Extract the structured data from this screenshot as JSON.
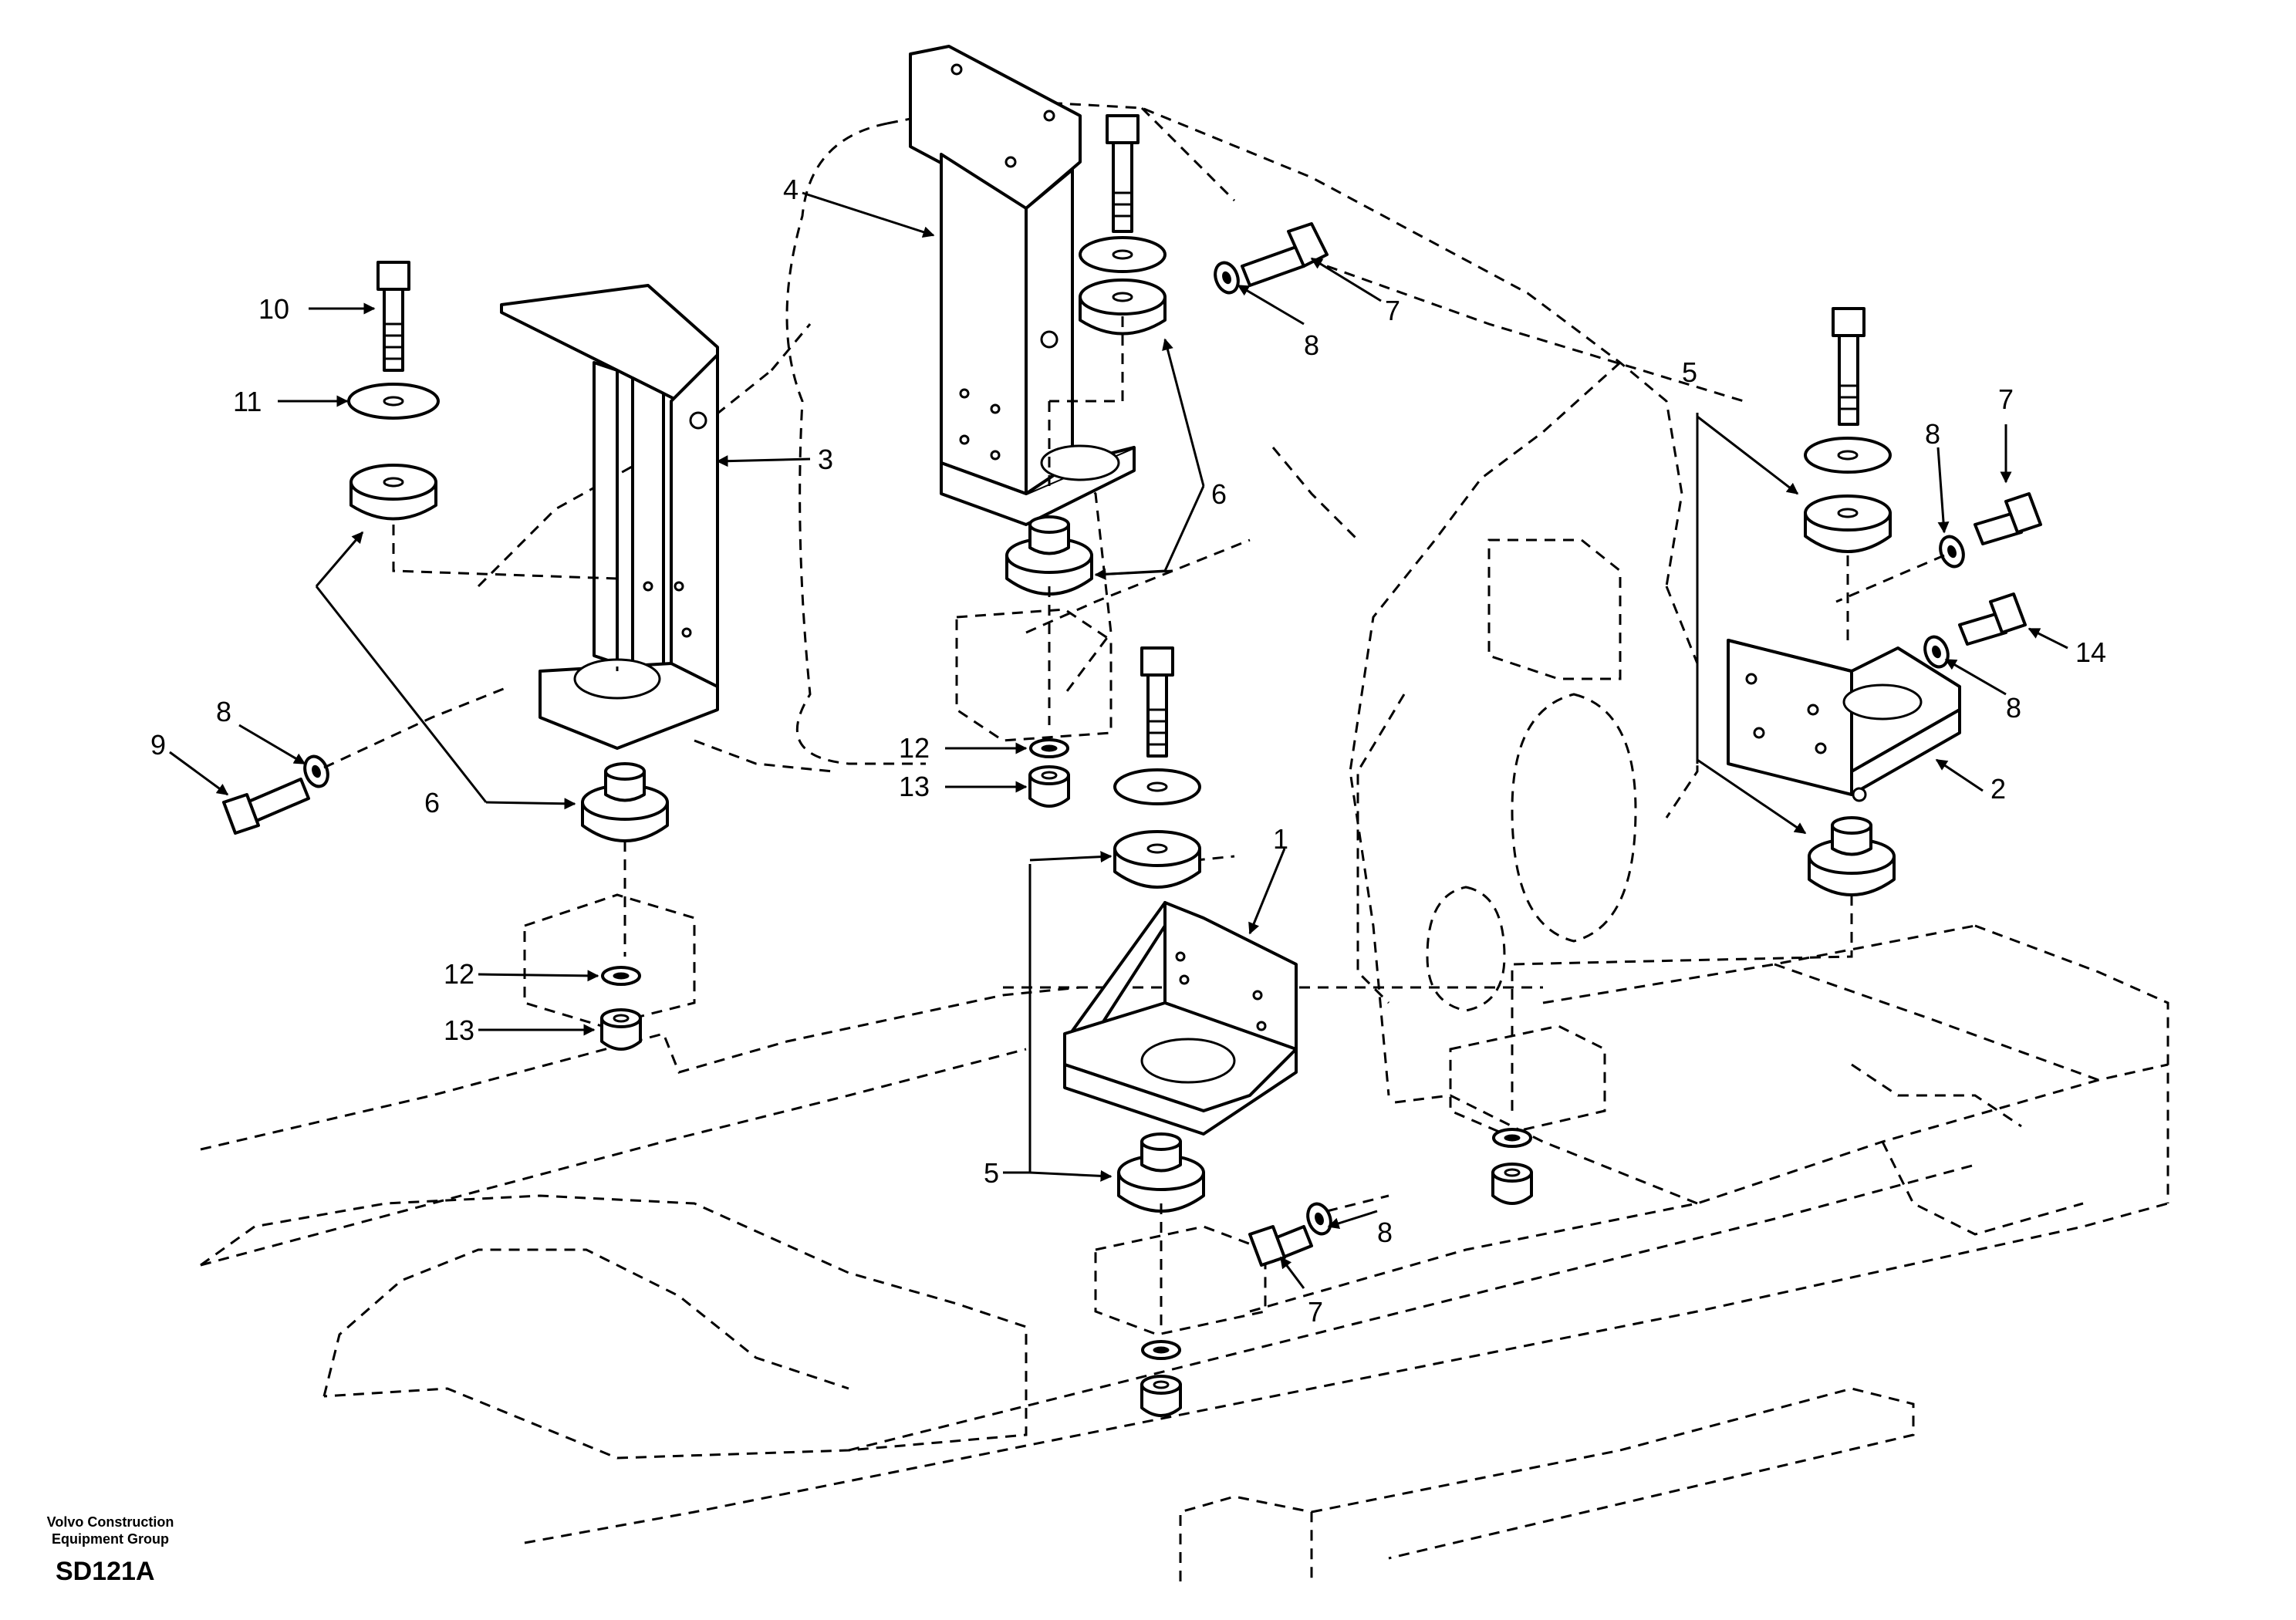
{
  "footer": {
    "company_line1": "Volvo Construction",
    "company_line2": "Equipment Group",
    "drawing_code": "SD121A"
  },
  "callouts": {
    "c1": "1",
    "c2": "2",
    "c3": "3",
    "c4": "4",
    "c5a": "5",
    "c5b": "5",
    "c6a": "6",
    "c6b": "6",
    "c7a": "7",
    "c7b": "7",
    "c7c": "7",
    "c8a": "8",
    "c8b": "8",
    "c8c": "8",
    "c8d": "8",
    "c8e": "8",
    "c9": "9",
    "c10": "10",
    "c11": "11",
    "c12a": "12",
    "c12b": "12",
    "c13a": "13",
    "c13b": "13",
    "c14": "14"
  },
  "colors": {
    "ink": "#000000",
    "paper": "#ffffff"
  }
}
